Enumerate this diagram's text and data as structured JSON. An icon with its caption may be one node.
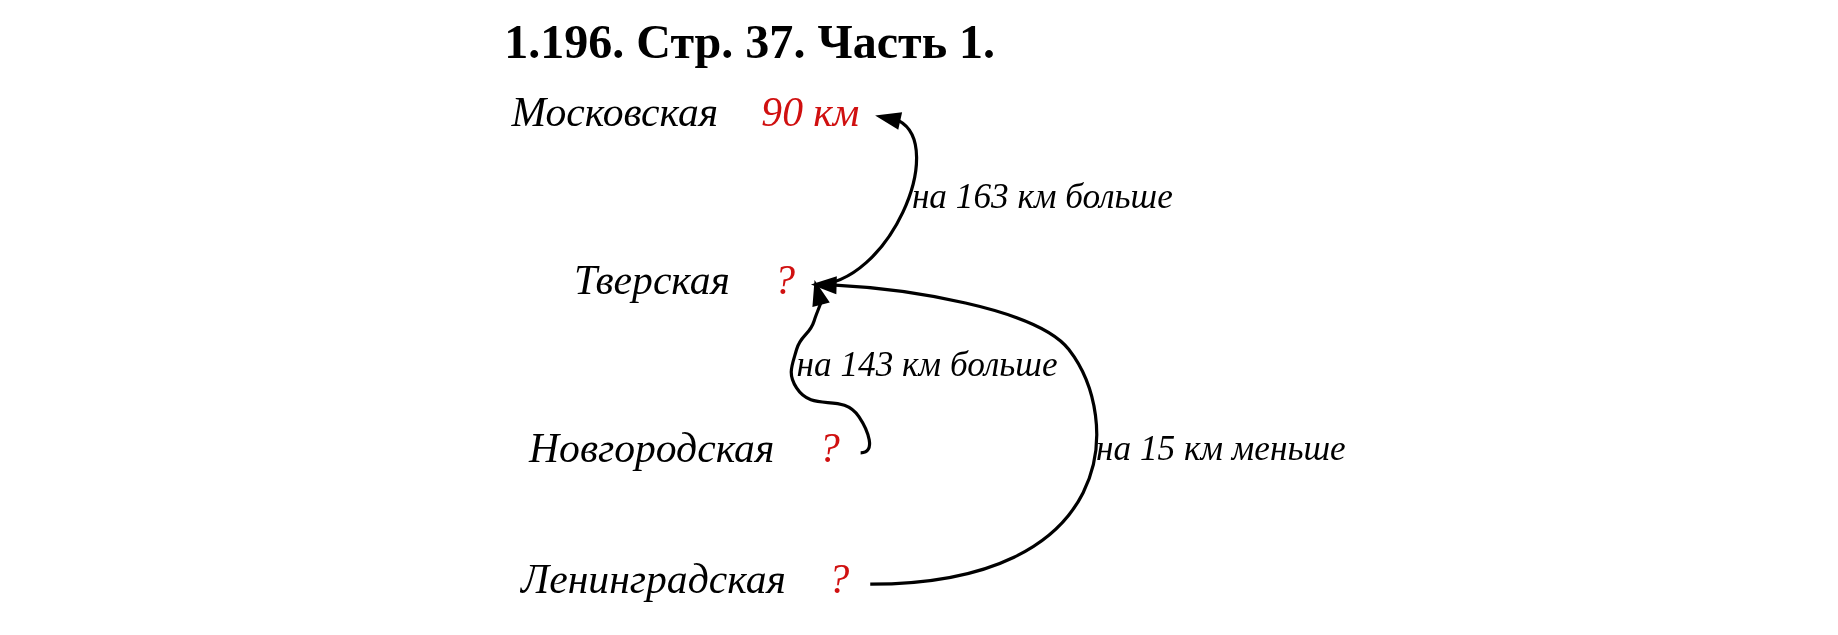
{
  "diagram": {
    "title": "1.196. Стр. 37. Часть 1.",
    "nodes": [
      {
        "text": [
          "Московская"
        ],
        "beside": [
          "90 км"
        ]
      },
      {
        "text": [
          "Тверская"
        ],
        "beside": [
          "?"
        ]
      },
      {
        "text": [
          "Новгородская"
        ],
        "beside": [
          "?"
        ]
      },
      {
        "text": [
          "Ленинградская"
        ],
        "beside": [
          "?"
        ]
      }
    ],
    "edges": [
      {
        "from": 1,
        "to": 0,
        "arrow": "to",
        "label": "на 163 км больше"
      },
      {
        "from": 2,
        "to": 1,
        "arrow": "to",
        "label": "на 143 км больше"
      },
      {
        "from": 3,
        "to": 1,
        "arrow": "to",
        "label": "на 15 км меньше"
      }
    ]
  }
}
